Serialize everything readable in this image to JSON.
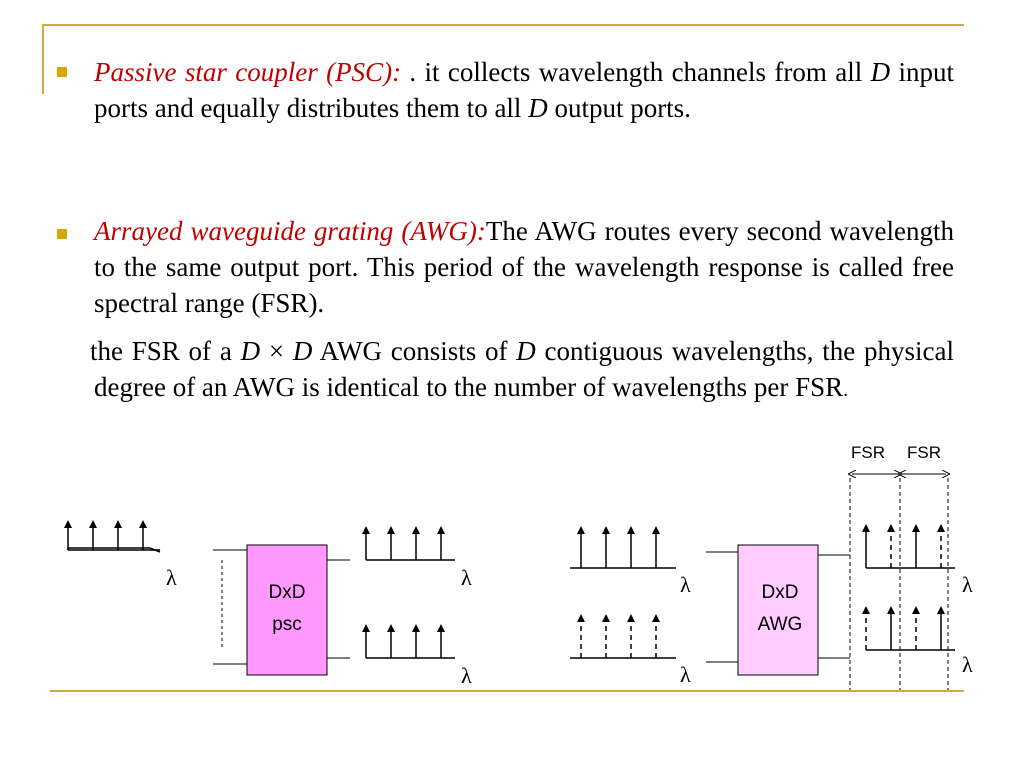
{
  "bullets": [
    {
      "term": "Passive star coupler (PSC)",
      "sep": ":",
      "text_1": " . it collects wavelength channels from all ",
      "var_1": "D",
      "text_2": " input ports and equally distributes them to all ",
      "var_2": "D",
      "text_3": " output ports."
    },
    {
      "term": "Arrayed waveguide grating (AWG)",
      "sep": ":",
      "text_1": "The AWG routes every second wavelength to the same output port. This period of the wavelength response is called free spectral range (FSR)."
    }
  ],
  "continuation": {
    "t1": "the FSR of a ",
    "v1": "D",
    "t2": " × ",
    "v2": "D",
    "t3": " AWG consists of ",
    "v3": "D",
    "t4": " contiguous wavelengths, the physical degree of an AWG is identical to the number of wavelengths per FSR",
    "t5": "."
  },
  "diagram": {
    "lambda": "λ",
    "psc_box": {
      "line1": "DxD",
      "line2": "psc",
      "color": "#ff99ff"
    },
    "awg_box": {
      "line1": "DxD",
      "line2": "AWG",
      "color": "#ffccff"
    },
    "fsr_1": "FSR",
    "fsr_2": "FSR"
  },
  "colors": {
    "accent_line": "#d4a84a",
    "bullet": "#d4a800",
    "term": "#c00000"
  }
}
